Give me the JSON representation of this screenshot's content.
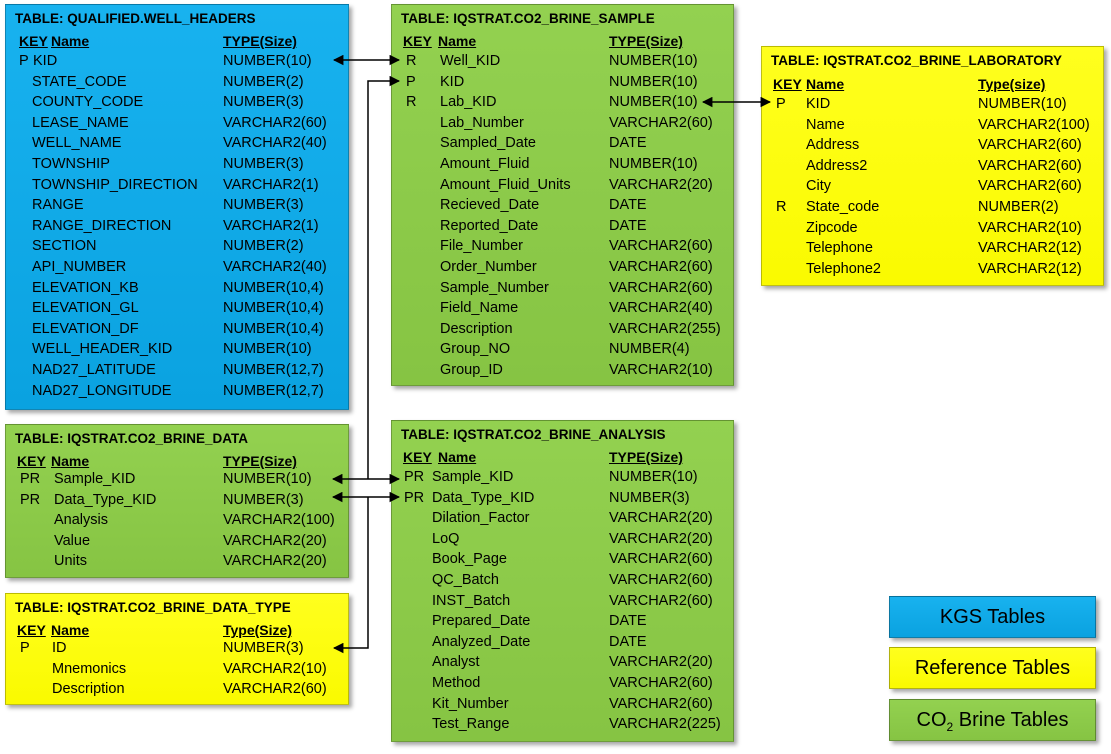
{
  "col_headers": {
    "key": "KEY",
    "name": "Name",
    "type": "TYPE(Size)",
    "type_alt": "Type(size)",
    "type_alt2": "Type(Size)"
  },
  "tables": {
    "well_headers": {
      "title": "TABLE: QUALIFIED.WELL_HEADERS",
      "rows": [
        [
          "P",
          "KID",
          "NUMBER(10)"
        ],
        [
          "",
          "STATE_CODE",
          "NUMBER(2)"
        ],
        [
          "",
          "COUNTY_CODE",
          "NUMBER(3)"
        ],
        [
          "",
          "LEASE_NAME",
          "VARCHAR2(60)"
        ],
        [
          "",
          "WELL_NAME",
          "VARCHAR2(40)"
        ],
        [
          "",
          "TOWNSHIP",
          "NUMBER(3)"
        ],
        [
          "",
          "TOWNSHIP_DIRECTION",
          "VARCHAR2(1)"
        ],
        [
          "",
          "RANGE",
          "NUMBER(3)"
        ],
        [
          "",
          "RANGE_DIRECTION",
          "VARCHAR2(1)"
        ],
        [
          "",
          "SECTION",
          "NUMBER(2)"
        ],
        [
          "",
          "API_NUMBER",
          "VARCHAR2(40)"
        ],
        [
          "",
          "ELEVATION_KB",
          "NUMBER(10,4)"
        ],
        [
          "",
          "ELEVATION_GL",
          "NUMBER(10,4)"
        ],
        [
          "",
          "ELEVATION_DF",
          "NUMBER(10,4)"
        ],
        [
          "",
          "WELL_HEADER_KID",
          "NUMBER(10)"
        ],
        [
          "",
          "NAD27_LATITUDE",
          "NUMBER(12,7)"
        ],
        [
          "",
          "NAD27_LONGITUDE",
          "NUMBER(12,7)"
        ]
      ]
    },
    "brine_sample": {
      "title": "TABLE: IQSTRAT.CO2_BRINE_SAMPLE",
      "rows": [
        [
          "R",
          "Well_KID",
          "NUMBER(10)"
        ],
        [
          "P",
          "KID",
          "NUMBER(10)"
        ],
        [
          "R",
          "Lab_KID",
          "NUMBER(10)"
        ],
        [
          "",
          "Lab_Number",
          "VARCHAR2(60)"
        ],
        [
          "",
          "Sampled_Date",
          "DATE"
        ],
        [
          "",
          "Amount_Fluid",
          "NUMBER(10)"
        ],
        [
          "",
          "Amount_Fluid_Units",
          "VARCHAR2(20)"
        ],
        [
          "",
          "Recieved_Date",
          "DATE"
        ],
        [
          "",
          "Reported_Date",
          "DATE"
        ],
        [
          "",
          "File_Number",
          "VARCHAR2(60)"
        ],
        [
          "",
          "Order_Number",
          "VARCHAR2(60)"
        ],
        [
          "",
          "Sample_Number",
          "VARCHAR2(60)"
        ],
        [
          "",
          "Field_Name",
          "VARCHAR2(40)"
        ],
        [
          "",
          "Description",
          "VARCHAR2(255)"
        ],
        [
          "",
          "Group_NO",
          "NUMBER(4)"
        ],
        [
          "",
          "Group_ID",
          "VARCHAR2(10)"
        ]
      ]
    },
    "brine_laboratory": {
      "title": "TABLE: IQSTRAT.CO2_BRINE_LABORATORY",
      "rows": [
        [
          "P",
          "KID",
          "NUMBER(10)"
        ],
        [
          "",
          "Name",
          "VARCHAR2(100)"
        ],
        [
          "",
          "Address",
          "VARCHAR2(60)"
        ],
        [
          "",
          "Address2",
          "VARCHAR2(60)"
        ],
        [
          "",
          "City",
          "VARCHAR2(60)"
        ],
        [
          "R",
          "State_code",
          "NUMBER(2)"
        ],
        [
          "",
          "Zipcode",
          "VARCHAR2(10)"
        ],
        [
          "",
          "Telephone",
          "VARCHAR2(12)"
        ],
        [
          "",
          "Telephone2",
          "VARCHAR2(12)"
        ]
      ]
    },
    "brine_data": {
      "title": "TABLE: IQSTRAT.CO2_BRINE_DATA",
      "rows": [
        [
          "PR",
          "Sample_KID",
          "NUMBER(10)"
        ],
        [
          "PR",
          "Data_Type_KID",
          "NUMBER(3)"
        ],
        [
          "",
          "Analysis",
          "VARCHAR2(100)"
        ],
        [
          "",
          "Value",
          "VARCHAR2(20)"
        ],
        [
          "",
          "Units",
          "VARCHAR2(20)"
        ]
      ]
    },
    "brine_data_type": {
      "title": "TABLE: IQSTRAT.CO2_BRINE_DATA_TYPE",
      "rows": [
        [
          "P",
          "ID",
          "NUMBER(3)"
        ],
        [
          "",
          "Mnemonics",
          "VARCHAR2(10)"
        ],
        [
          "",
          "Description",
          "VARCHAR2(60)"
        ]
      ]
    },
    "brine_analysis": {
      "title": "TABLE: IQSTRAT.CO2_BRINE_ANALYSIS",
      "rows": [
        [
          "PR",
          "Sample_KID",
          "NUMBER(10)"
        ],
        [
          "PR",
          "Data_Type_KID",
          "NUMBER(3)"
        ],
        [
          "",
          "Dilation_Factor",
          "VARCHAR2(20)"
        ],
        [
          "",
          "LoQ",
          "VARCHAR2(20)"
        ],
        [
          "",
          "Book_Page",
          "VARCHAR2(60)"
        ],
        [
          "",
          "QC_Batch",
          "VARCHAR2(60)"
        ],
        [
          "",
          "INST_Batch",
          "VARCHAR2(60)"
        ],
        [
          "",
          "Prepared_Date",
          "DATE"
        ],
        [
          "",
          "Analyzed_Date",
          "DATE"
        ],
        [
          "",
          "Analyst",
          "VARCHAR2(20)"
        ],
        [
          "",
          "Method",
          "VARCHAR2(60)"
        ],
        [
          "",
          "Kit_Number",
          "VARCHAR2(60)"
        ],
        [
          "",
          "Test_Range",
          "VARCHAR2(225)"
        ]
      ]
    }
  },
  "legend": {
    "kgs": "KGS Tables",
    "reference": "Reference Tables",
    "co2_prefix": "CO",
    "co2_sub": "2",
    "co2_suffix": " Brine Tables"
  },
  "colors": {
    "kgs": "#0aa2e0",
    "reference": "#ffff00",
    "co2": "#86c443"
  }
}
